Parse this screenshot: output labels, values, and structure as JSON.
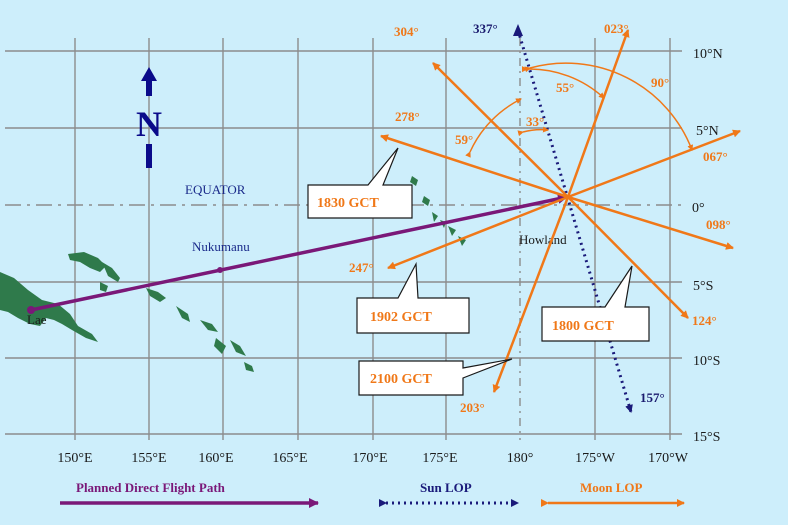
{
  "colors": {
    "background": "#cdeefb",
    "grid": "#8c8c8c",
    "land": "#2f7a4b",
    "flight_path": "#7a1878",
    "sun_lop": "#1a1a7a",
    "moon_lop": "#f07818"
  },
  "north": {
    "letter": "N"
  },
  "latitude_labels": [
    "10°N",
    "5°N",
    "0°",
    "5°S",
    "10°S",
    "15°S"
  ],
  "longitude_labels": [
    "150°E",
    "155°E",
    "160°E",
    "165°E",
    "170°E",
    "175°E",
    "180°",
    "175°W",
    "170°W"
  ],
  "places": {
    "equator": "EQUATOR",
    "nukumanu": "Nukumanu",
    "lae": "Lae",
    "howland": "Howland"
  },
  "bearings": {
    "moon": [
      "304°",
      "023°",
      "278°",
      "067°",
      "098°",
      "247°",
      "124°",
      "203°"
    ],
    "sun": [
      "337°",
      "157°"
    ]
  },
  "angles": [
    "55°",
    "90°",
    "33°",
    "59°"
  ],
  "callouts": [
    "1830 GCT",
    "1902 GCT",
    "1800 GCT",
    "2100 GCT"
  ],
  "legend": {
    "flight_path": "Planned Direct Flight Path",
    "sun": "Sun LOP",
    "moon": "Moon LOP"
  }
}
